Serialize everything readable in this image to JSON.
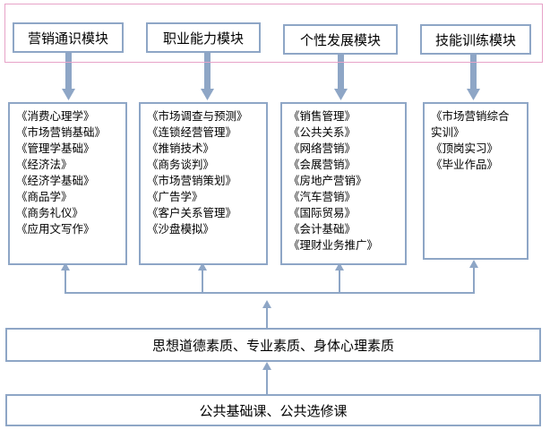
{
  "modules": [
    {
      "id": "marketing-general",
      "label": "营销通识模块"
    },
    {
      "id": "professional-ability",
      "label": "职业能力模块"
    },
    {
      "id": "personal-development",
      "label": "个性发展模块"
    },
    {
      "id": "skill-training",
      "label": "技能训练模块"
    }
  ],
  "courses": [
    [
      "《消费心理学》",
      "《市场营销基础》",
      "《管理学基础》",
      "《经济法》",
      "《经济学基础》",
      "《商品学》",
      "《商务礼仪》",
      "《应用文写作》"
    ],
    [
      "《市场调查与预测》",
      "《连锁经营管理》",
      "《推销技术》",
      "《商务谈判》",
      "《市场营销策划》",
      "《广告学》",
      "《客户关系管理》",
      "《沙盘模拟》"
    ],
    [
      "《销售管理》",
      "《公共关系》",
      "《网络营销》",
      "《会展营销》",
      "《房地产营销》",
      "《汽车营销》",
      "《国际贸易》",
      "《会计基础》",
      "《理财业务推广》"
    ],
    [
      "《市场营销综合",
      "实训》",
      "《顶岗实习》",
      "《毕业作品》"
    ]
  ],
  "quality_label": "思想道德素质、专业素质、身体心理素质",
  "foundation_label": "公共基础课、公共选修课",
  "colors": {
    "box_border": "#8ea6c6",
    "arrow": "#8ea6c6",
    "frame": "#e7a3c8"
  }
}
